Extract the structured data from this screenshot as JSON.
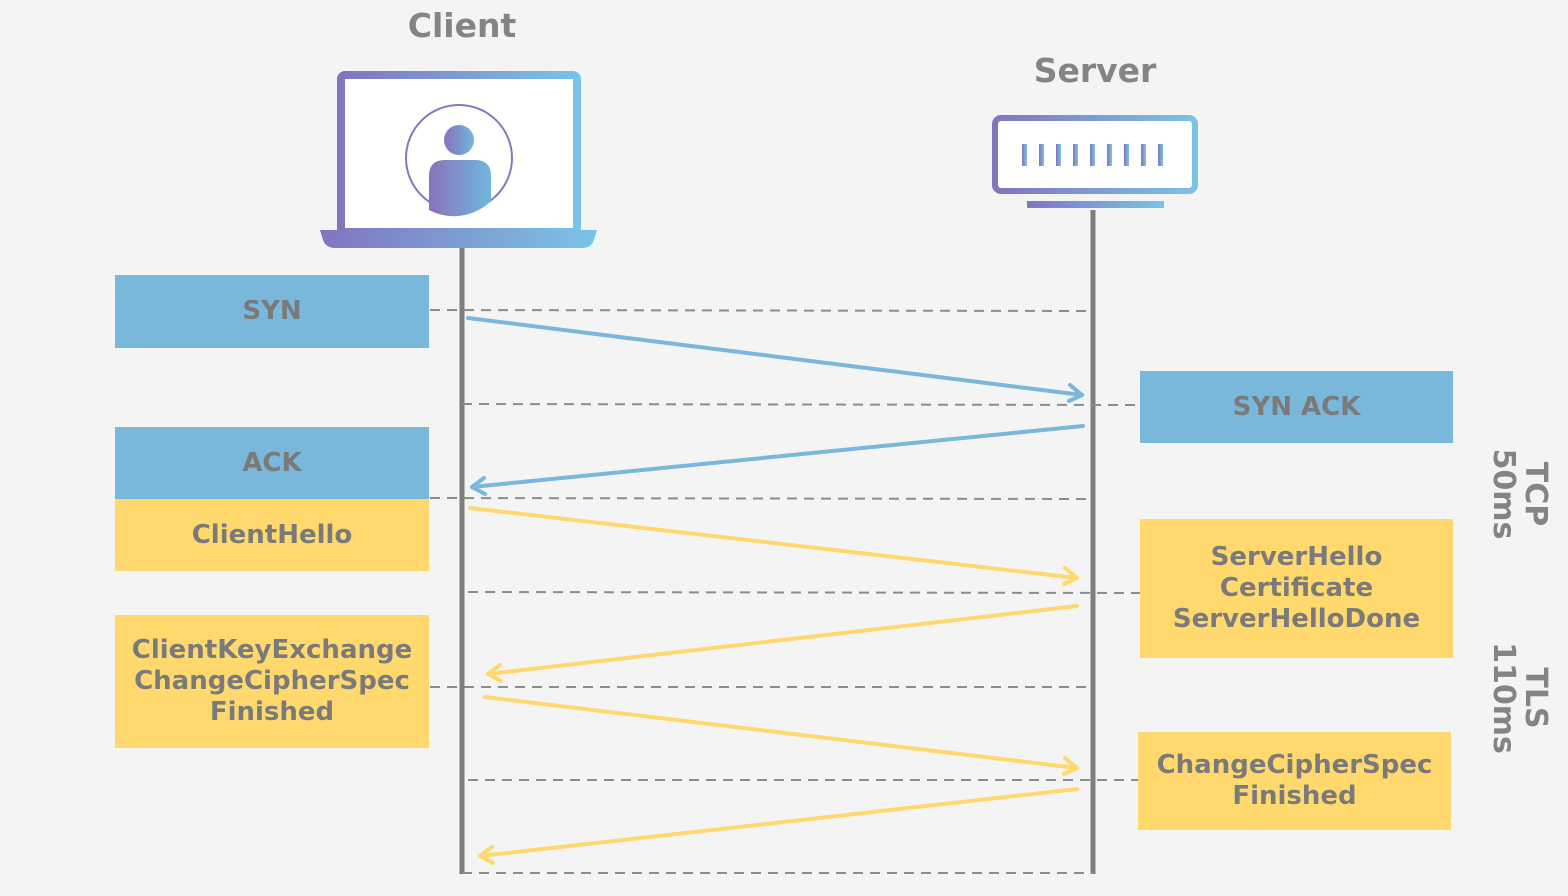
{
  "actors": {
    "client": {
      "label": "Client",
      "icon": "laptop-user-icon"
    },
    "server": {
      "label": "Server",
      "icon": "server-icon"
    }
  },
  "messages": {
    "syn": [
      "SYN"
    ],
    "syn_ack": [
      "SYN ACK"
    ],
    "ack": [
      "ACK"
    ],
    "client_hello": [
      "ClientHello"
    ],
    "server_hello": [
      "ServerHello",
      "Certificate",
      "ServerHelloDone"
    ],
    "client_key": [
      "ClientKeyExchange",
      "ChangeCipherSpec",
      "Finished"
    ],
    "server_finished": [
      "ChangeCipherSpec",
      "Finished"
    ]
  },
  "phases": {
    "tcp": {
      "name": "TCP",
      "duration": "50ms"
    },
    "tls": {
      "name": "TLS",
      "duration": "110ms"
    }
  },
  "colors": {
    "tcp": "#79b8da",
    "tls": "#ffd86e",
    "gradient_start": "#8175bd",
    "gradient_end": "#79c4e6",
    "lifeline": "#7d7d7d",
    "text": "#848484"
  }
}
